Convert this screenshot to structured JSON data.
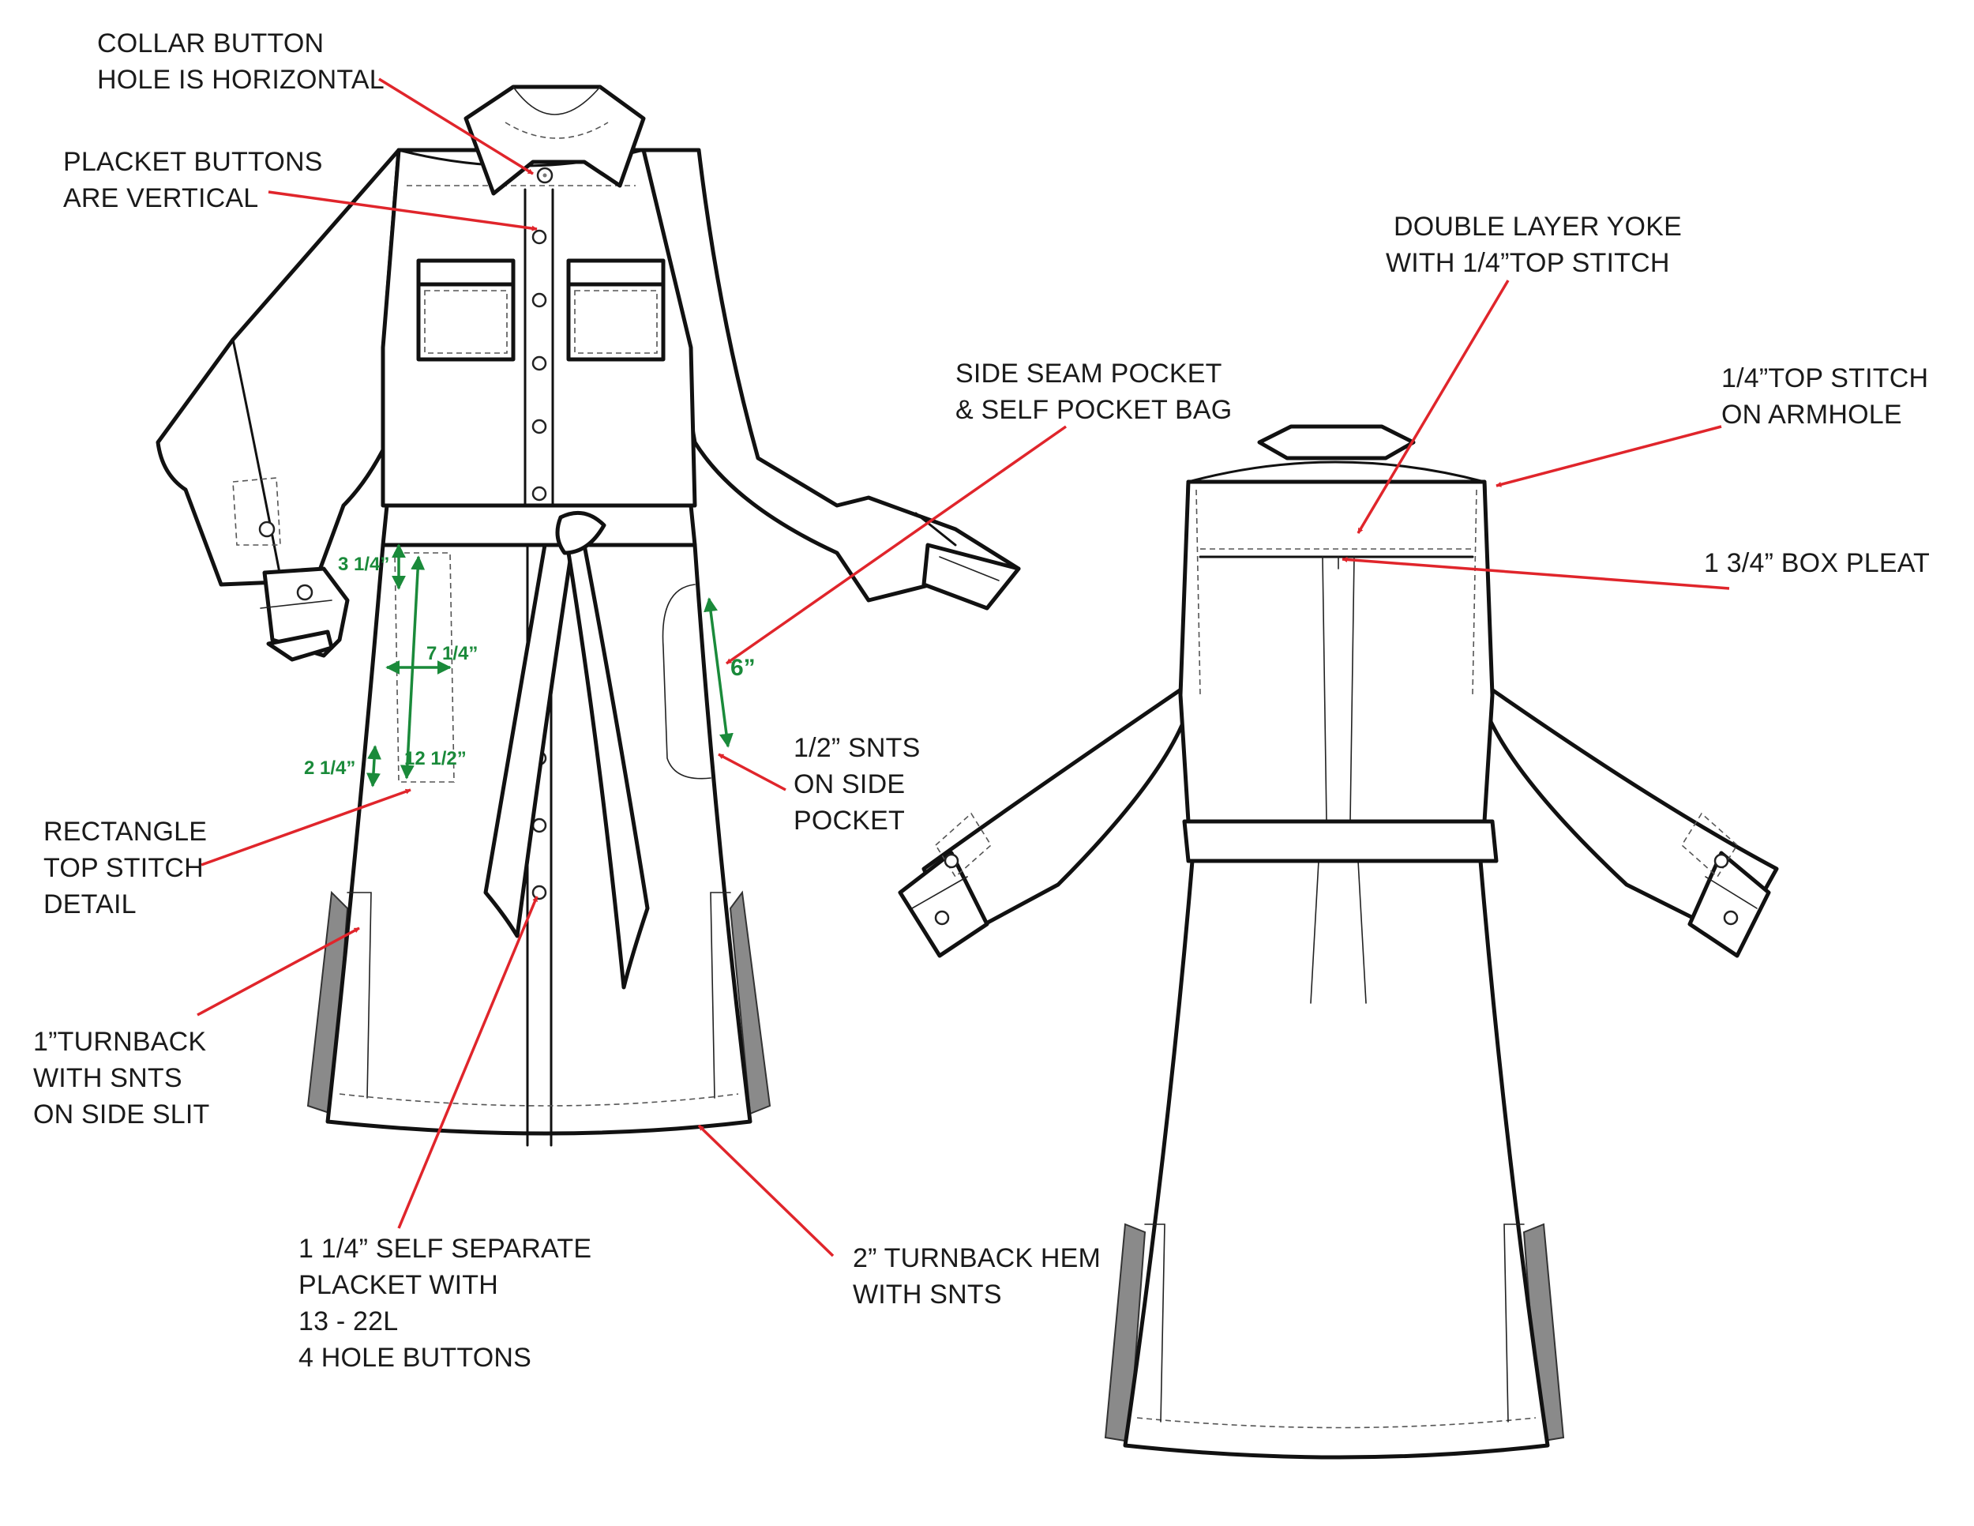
{
  "callouts": {
    "collar_button": [
      "COLLAR BUTTON",
      "HOLE IS HORIZONTAL"
    ],
    "placket_buttons": [
      "PLACKET BUTTONS",
      "ARE VERTICAL"
    ],
    "side_seam_pocket": [
      "SIDE SEAM POCKET",
      "& SELF POCKET BAG"
    ],
    "double_yoke": [
      "DOUBLE LAYER YOKE",
      "WITH 1/4”TOP STITCH"
    ],
    "armhole_stitch": [
      "1/4”TOP STITCH",
      "ON ARMHOLE"
    ],
    "box_pleat": [
      "1 3/4” BOX PLEAT"
    ],
    "snts_side_pocket": [
      "1/2” SNTS",
      "ON SIDE",
      "POCKET"
    ],
    "rectangle_topstitch": [
      "RECTANGLE",
      "TOP STITCH",
      "DETAIL"
    ],
    "turnback_slit": [
      "1”TURNBACK",
      "WITH SNTS",
      "ON SIDE SLIT"
    ],
    "placket_spec": [
      "1 1/4” SELF SEPARATE",
      "PLACKET WITH",
      "13 - 22L",
      "4 HOLE BUTTONS"
    ],
    "turnback_hem": [
      "2” TURNBACK HEM",
      "WITH SNTS"
    ]
  },
  "dimensions": {
    "pocket_top_offset": "3 1/4”",
    "pocket_width": "7 1/4”",
    "pocket_bottom_offset": "2 1/4”",
    "pocket_height": "12 1/2”",
    "side_pocket_opening": "6”"
  },
  "colors": {
    "arrow": "#e0252b",
    "dimension": "#1a8a3a",
    "outline": "#111111"
  },
  "icons": {
    "front_view": "shirt-dress-front-flat-sketch",
    "back_view": "shirt-dress-back-flat-sketch"
  }
}
